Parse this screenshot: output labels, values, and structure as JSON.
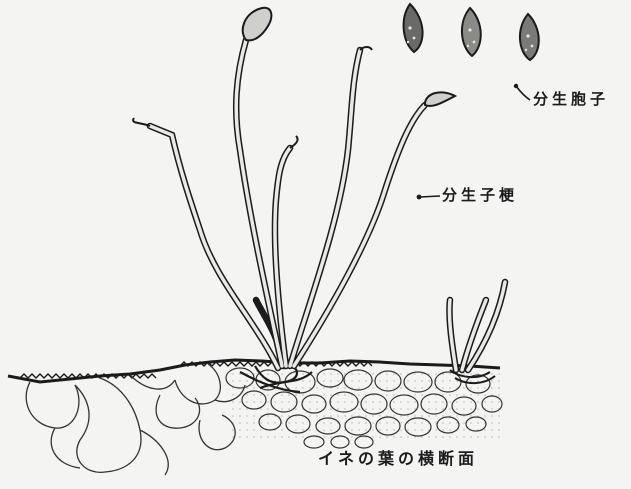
{
  "labels": {
    "conidium": "分生胞子",
    "conidiophore": "分生子梗",
    "leaf_section": "イネの葉の横断面"
  },
  "colors": {
    "ink": "#1b1b1b",
    "paper": "#f4f4f2"
  }
}
